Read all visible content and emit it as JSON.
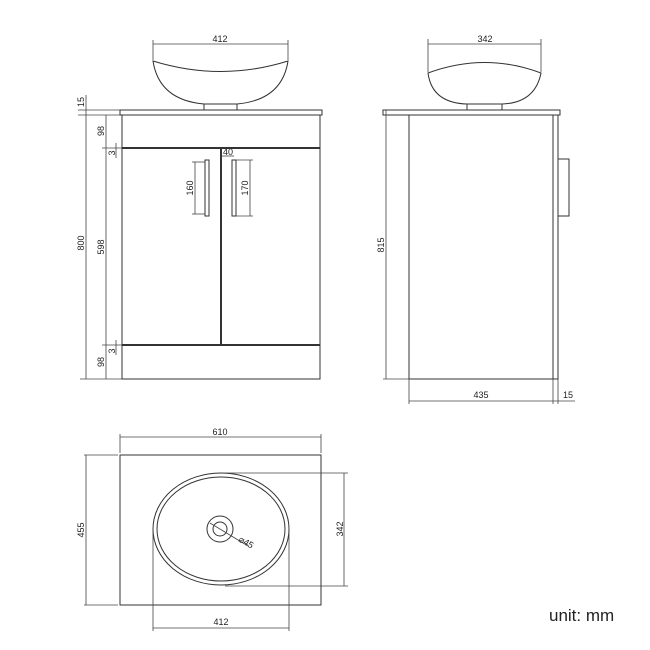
{
  "front_view": {
    "basin_width": "412",
    "worktop_thickness": "15",
    "overall_height": "800",
    "top_rail_height": "98",
    "door_height": "598",
    "bottom_rail_height": "98",
    "top_gap": "3",
    "bottom_gap": "3",
    "left_handle_length": "160",
    "right_handle_length": "170",
    "handle_offset": "40"
  },
  "side_view": {
    "basin_depth": "342",
    "overall_height": "815",
    "cabinet_depth": "435",
    "door_thickness": "15"
  },
  "plan_view": {
    "worktop_width": "610",
    "worktop_depth": "455",
    "basin_depth": "342",
    "basin_width": "412",
    "waste_diameter": "⌀45"
  },
  "unit_label": "unit: mm"
}
